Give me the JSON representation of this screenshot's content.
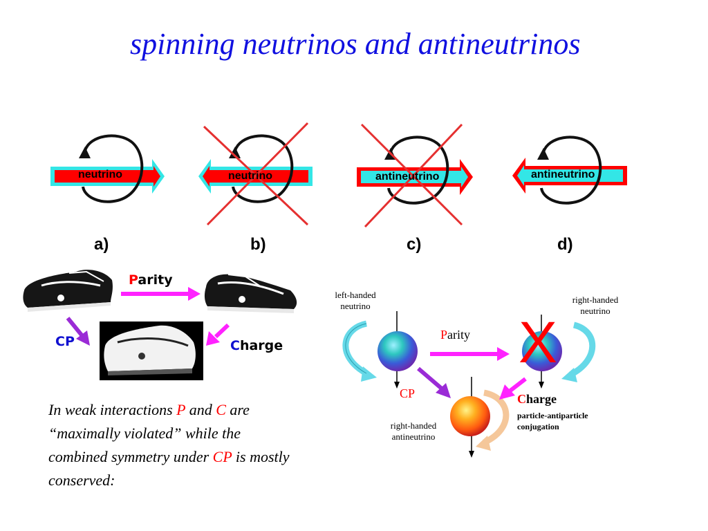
{
  "title": "spinning neutrinos and antineutrinos",
  "panels": [
    {
      "letter": "a)",
      "label": "neutrino"
    },
    {
      "letter": "b)",
      "label": "neutrino"
    },
    {
      "letter": "c)",
      "label": "antineutrino"
    },
    {
      "letter": "d)",
      "label": "antineutrino"
    }
  ],
  "shoes_diagram": {
    "parity": {
      "first": "P",
      "rest": "arity"
    },
    "cp": "CP",
    "charge": {
      "first": "C",
      "rest": "harge"
    }
  },
  "spin_diagram": {
    "left_handed_neutrino": [
      "left-handed",
      "neutrino"
    ],
    "right_handed_neutrino": [
      "right-handed",
      "neutrino"
    ],
    "right_handed_antineutrino": [
      "right-handed",
      "antineutrino"
    ],
    "parity": {
      "first": "P",
      "rest": "arity"
    },
    "cp": "CP",
    "charge": {
      "first": "C",
      "rest": "harge"
    },
    "charge_note": [
      "particle-antiparticle",
      "conjugation"
    ],
    "violation_mark": "X"
  },
  "body_text": {
    "s1": "In weak interactions ",
    "p": "P",
    "s2": " and ",
    "c": "C",
    "s3": " are “maximally violated” while the combined symmetry under ",
    "cp": "CP",
    "s4": " is mostly conserved:"
  },
  "colors": {
    "title": "#1010e0",
    "arrow_cyan": "#33e6e6",
    "arrow_red": "#ff0000",
    "cross_red": "#e53030",
    "magenta": "#ff22ff",
    "purple": "#9a2bd6"
  }
}
